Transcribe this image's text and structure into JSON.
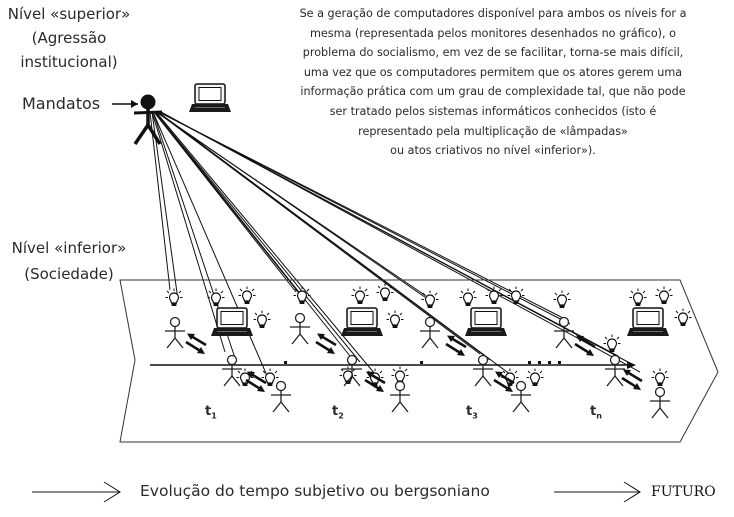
{
  "superior": {
    "line1": "Nível «superior»",
    "line2": "(Agressão",
    "line3": "institucional)"
  },
  "mandatos": "Mandatos",
  "inferior": {
    "line1": "Nível «inferior»",
    "line2": "(Sociedade)"
  },
  "paragraph": [
    "Se a geração de computadores disponível para ambos os níveis for a",
    "mesma (representada pelos monitores desenhados no gráfico), o",
    "problema do socialismo, em vez de se facilitar, torna-se mais difícil,",
    "uma vez que os computadores permitem que os atores gerem uma",
    "informação prática com um grau de complexidade tal, que não pode",
    "ser tratado pelos sistemas informáticos conhecidos (isto é",
    "representado pela multiplicação de «lâmpadas»",
    "ou atos criativos no nível «inferior»)."
  ],
  "time_labels": [
    {
      "base": "t",
      "sub": "1"
    },
    {
      "base": "t",
      "sub": "2"
    },
    {
      "base": "t",
      "sub": "3"
    },
    {
      "base": "t",
      "sub": "n"
    }
  ],
  "bottom": {
    "evolution": "Evolução do tempo subjetivo ou bergsoniano",
    "futuro": "FUTURO"
  },
  "icons": [
    "stick-figure-icon",
    "computer-monitor-icon",
    "lightbulb-icon",
    "arrow-right-icon"
  ],
  "colors": {
    "ink": "#111111",
    "text": "#2a2a2a",
    "background": "#ffffff"
  }
}
